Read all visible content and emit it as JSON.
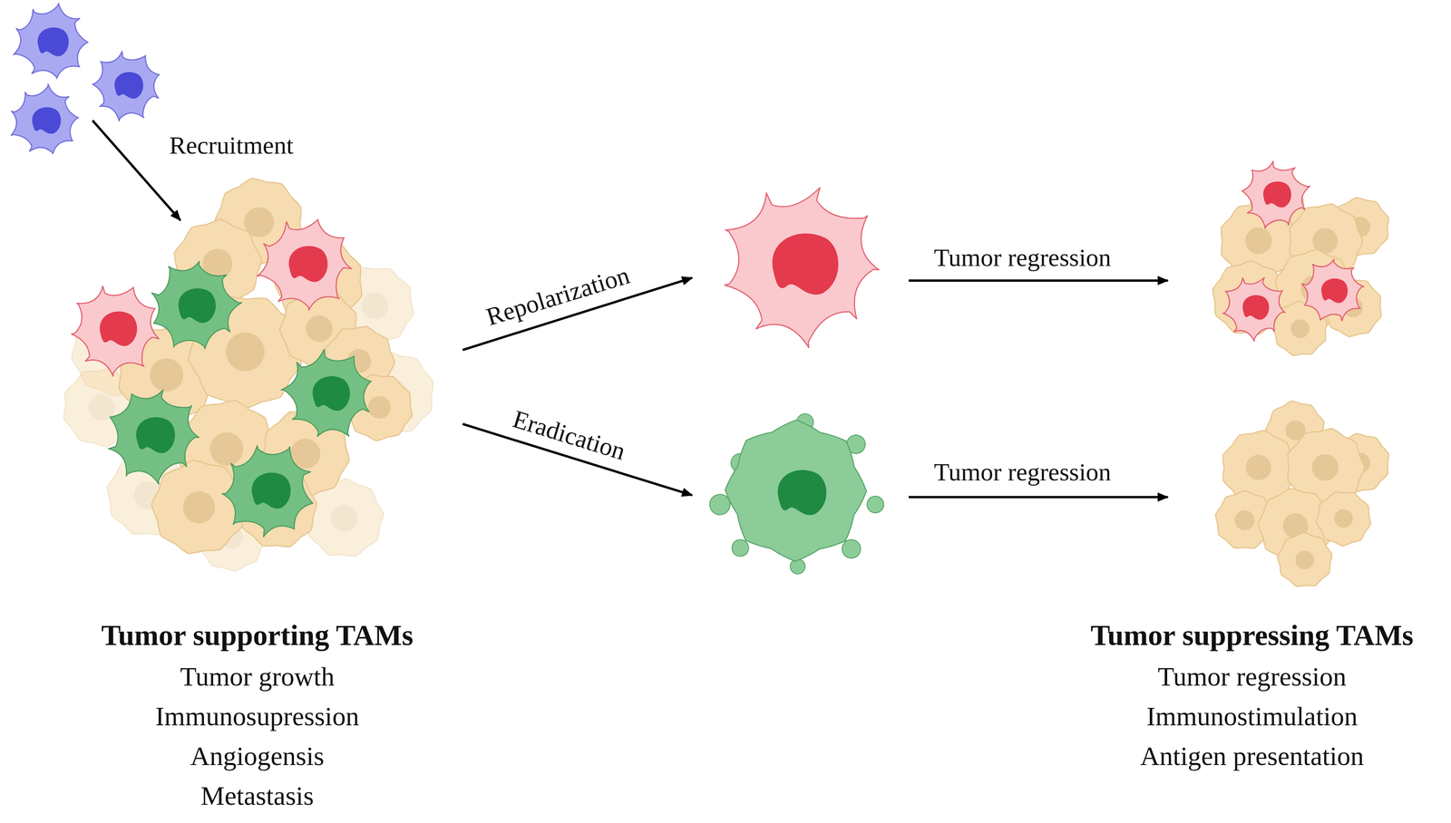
{
  "diagram": {
    "labels": [
      "Recruitment",
      "Repolarization",
      "Tumor regression",
      "Eradication",
      "Tumor regression",
      "Tumor supporting TAMs",
      "Tumor growth",
      "Immunosupression",
      "Angiogensis",
      "Metastasis",
      "Tumor suppressing TAMs",
      "Tumor regression",
      "Immunostimulation",
      "Antigen presentation"
    ]
  }
}
